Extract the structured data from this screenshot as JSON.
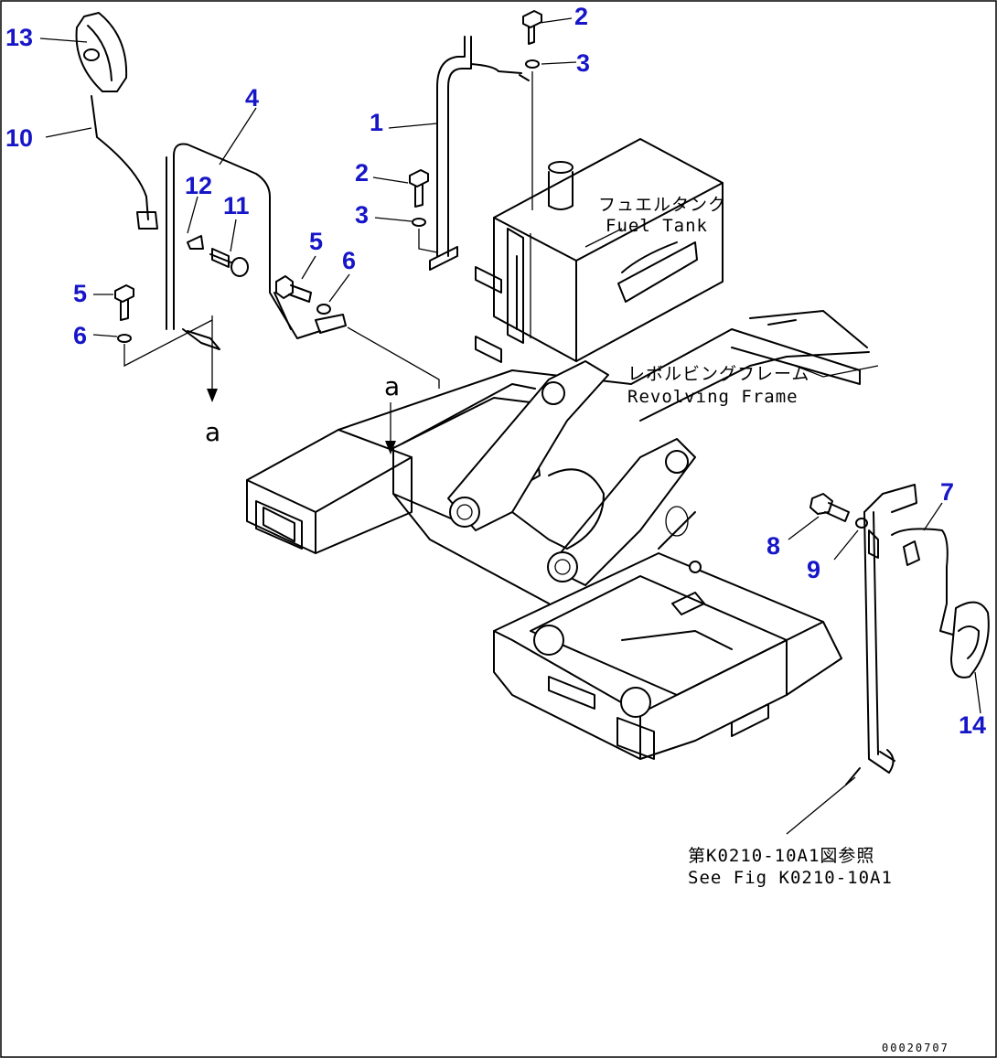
{
  "callouts": {
    "c1": "1",
    "c2a": "2",
    "c2b": "2",
    "c3a": "3",
    "c3b": "3",
    "c4": "4",
    "c5a": "5",
    "c5b": "5",
    "c6a": "6",
    "c6b": "6",
    "c7": "7",
    "c8": "8",
    "c9": "9",
    "c10": "10",
    "c11": "11",
    "c12": "12",
    "c13": "13",
    "c14": "14"
  },
  "labels": {
    "fuel_tank_jp": "フュエルタンク",
    "fuel_tank_en": "Fuel Tank",
    "revolving_frame_jp": "レボルビングフレーム",
    "revolving_frame_en": "Revolving Frame",
    "see_fig_jp": "第K0210-10A1図参照",
    "see_fig_en": "See Fig K0210-10A1",
    "view_a_top": "a",
    "view_a_left": "a",
    "drawing_number": "00020707"
  },
  "colors": {
    "callout": "#1616c8",
    "line": "#000000",
    "background": "#ffffff"
  }
}
